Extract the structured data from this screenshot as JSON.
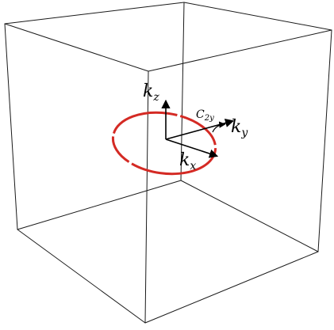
{
  "diagram": {
    "labels": {
      "kz": {
        "base": "k",
        "sub": "z"
      },
      "ky": {
        "base": "k",
        "sub": "y"
      },
      "kx": {
        "base": "k",
        "sub": "x"
      },
      "c2y": {
        "base": "C",
        "sub": "2y"
      }
    },
    "colors": {
      "nodal_loop": "#d42a24",
      "cube_edges": "#1a1a1a",
      "axes": "#000000",
      "background": "#ffffff"
    }
  }
}
